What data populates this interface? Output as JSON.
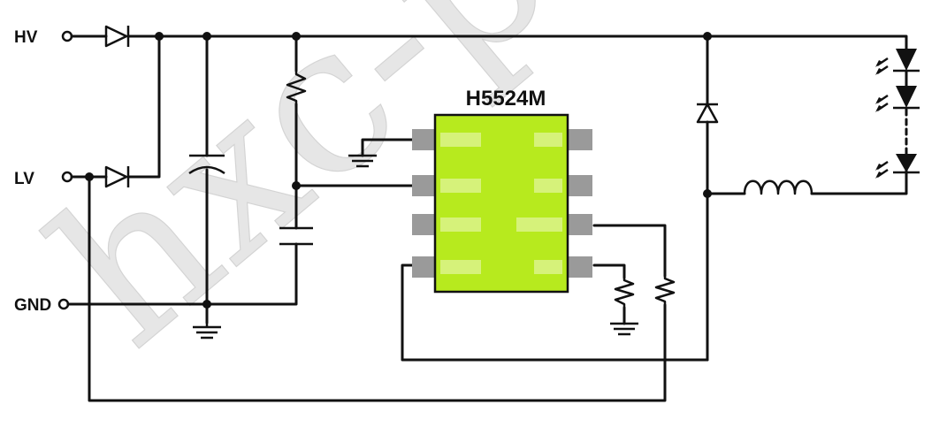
{
  "watermark": "hxc-pc",
  "terminals": {
    "hv": "HV",
    "lv": "LV",
    "gnd": "GND"
  },
  "chip": {
    "label": "H5524M",
    "color": "#b7ea1e",
    "pin_color": "#a0a0a0"
  }
}
